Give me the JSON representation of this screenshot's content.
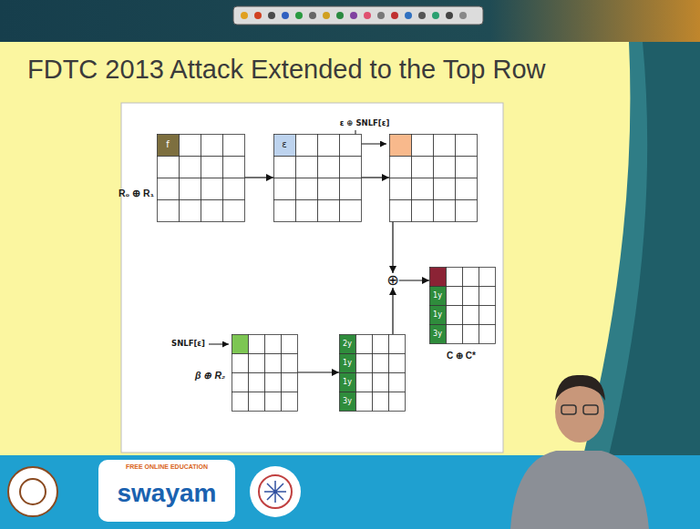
{
  "diagram": {
    "title": "FDTC 2013 Attack Extended to the Top Row",
    "nodes": [
      {
        "text": [
          "R₀ ⊕ R₁",
          "f"
        ]
      },
      {
        "text": [
          "ε"
        ]
      },
      {
        "text": [
          "ε ⊕ SNLF[ε]"
        ]
      },
      {
        "text": [
          "⊕"
        ]
      },
      {
        "text": [
          "SNLF[ε]",
          "β ⊕ R₂"
        ]
      },
      {
        "text": [
          "2y",
          "1y",
          "1y",
          "3y"
        ]
      },
      {
        "text": [
          "1y",
          "1y",
          "3y",
          "C ⊕ C*"
        ]
      }
    ],
    "edges": [
      {
        "from": 0,
        "to": 1,
        "arrow": "to"
      },
      {
        "from": 1,
        "to": 2,
        "arrow": "to"
      },
      {
        "from": 2,
        "to": 3,
        "arrow": "to"
      },
      {
        "from": 4,
        "to": 5,
        "arrow": "to"
      },
      {
        "from": 5,
        "to": 3,
        "arrow": "to"
      },
      {
        "from": 3,
        "to": 6,
        "arrow": "to"
      }
    ],
    "labels": [
      "FREE ONLINE EDUCATION",
      "swayam"
    ]
  }
}
